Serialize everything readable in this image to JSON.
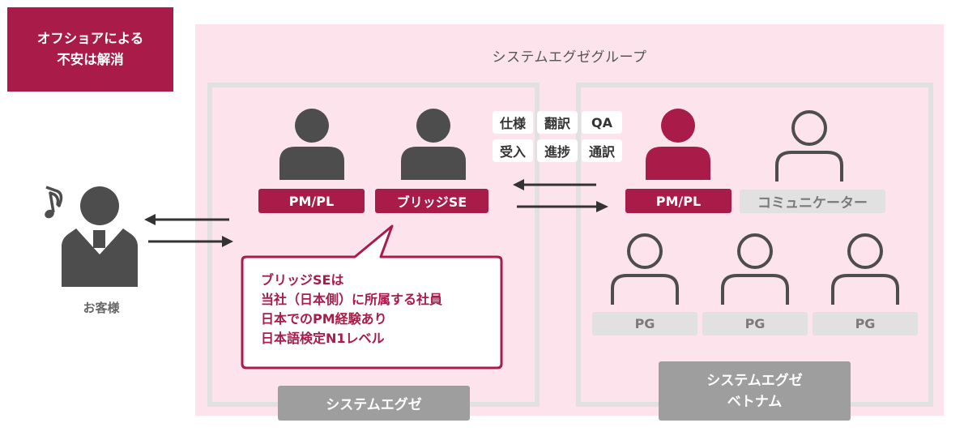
{
  "badge": {
    "line1": "オフショアによる",
    "line2": "不安は解消"
  },
  "group": {
    "title": "システムエグゼグループ"
  },
  "customer": {
    "label": "お客様",
    "icon": "music-note-icon"
  },
  "left_company": {
    "name": "システムエグゼ",
    "roles": [
      {
        "label": "PM/PL"
      },
      {
        "label": "ブリッジSE"
      }
    ]
  },
  "bubble": {
    "lines": [
      "ブリッジSEは",
      "当社（日本側）に所属する社員",
      "日本でのPM経験あり",
      "日本語検定N1レベル"
    ]
  },
  "tasks": {
    "row1": [
      "仕様",
      "翻訳",
      "QA"
    ],
    "row2": [
      "受入",
      "進捗",
      "通訳"
    ]
  },
  "right_company": {
    "name_line1": "システムエグゼ",
    "name_line2": "ベトナム",
    "roles": [
      {
        "label": "PM/PL"
      },
      {
        "label": "コミュニケーター"
      }
    ],
    "developers": [
      {
        "label": "PG"
      },
      {
        "label": "PG"
      },
      {
        "label": "PG"
      }
    ]
  },
  "colors": {
    "accent": "#a91b48",
    "group_bg": "#fde4ec",
    "frame": "#e1e1e1",
    "icon": "#4d4d4d",
    "company_label": "#9e9e9e"
  }
}
